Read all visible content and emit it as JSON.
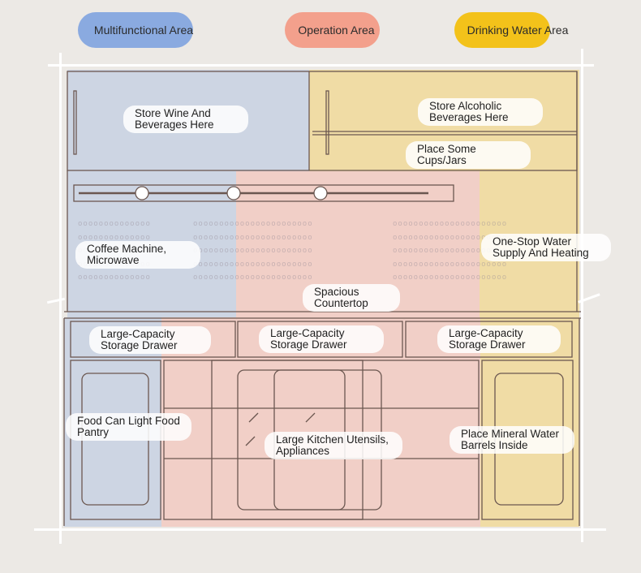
{
  "legend": {
    "multifunctional": {
      "label": "Multifunctional Area",
      "color": "#8aaae0"
    },
    "operation": {
      "label": "Operation Area",
      "color": "#f3a08c"
    },
    "drinking": {
      "label": "Drinking Water Area",
      "color": "#f3c21a"
    }
  },
  "labels": {
    "store_wine": "Store Wine And\nBeverages Here",
    "store_alcoholic": "Store Alcoholic\nBeverages Here",
    "place_cups": "Place Some\nCups/Jars",
    "coffee_machine": "Coffee Machine,\nMicrowave",
    "one_stop": "One-Stop Water\nSupply And Heating",
    "countertop": "Spacious\nCountertop",
    "drawer_left": "Large-Capacity\nStorage Drawer",
    "drawer_middle": "Large-Capacity\nStorage Drawer",
    "drawer_right": "Large-Capacity\nStorage Drawer",
    "food_can": "Food Can Light Food\nPantry",
    "kitchen_utensils": "Large Kitchen Utensils,\nAppliances",
    "mineral_water": "Place Mineral Water\nBarrels Inside"
  },
  "zone_colors": {
    "blue": "#cdd5e3",
    "pink": "#f1cfc7",
    "yellow": "#f0dca5",
    "outline": "#6b5750"
  }
}
